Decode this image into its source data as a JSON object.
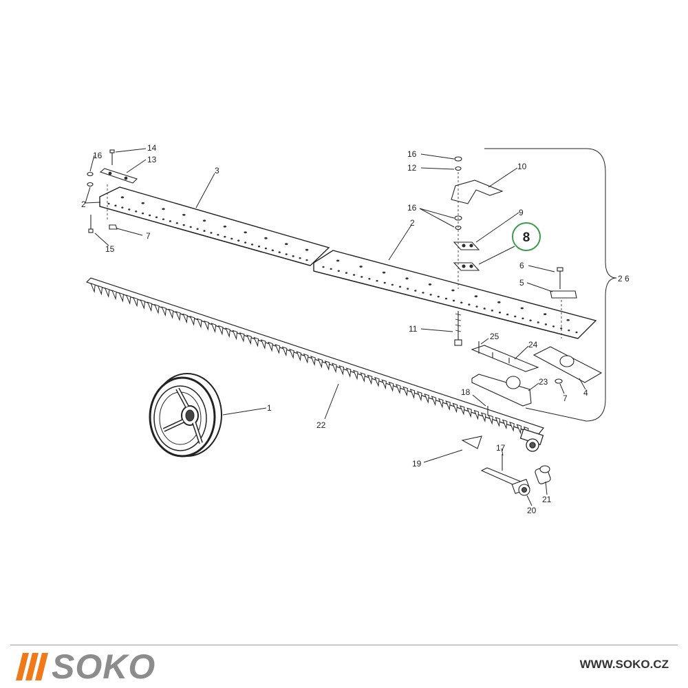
{
  "diagram": {
    "part_labels": [
      {
        "id": "p14",
        "text": "14"
      },
      {
        "id": "p13",
        "text": "13"
      },
      {
        "id": "p16a",
        "text": "16"
      },
      {
        "id": "p2a",
        "text": "2"
      },
      {
        "id": "p3",
        "text": "3"
      },
      {
        "id": "p7a",
        "text": "7"
      },
      {
        "id": "p15",
        "text": "15"
      },
      {
        "id": "p16b",
        "text": "16"
      },
      {
        "id": "p12",
        "text": "12"
      },
      {
        "id": "p10",
        "text": "10"
      },
      {
        "id": "p16c",
        "text": "16"
      },
      {
        "id": "p9",
        "text": "9"
      },
      {
        "id": "p2b",
        "text": "2"
      },
      {
        "id": "p6",
        "text": "6"
      },
      {
        "id": "p5",
        "text": "5"
      },
      {
        "id": "p26",
        "text": "2 6"
      },
      {
        "id": "p11",
        "text": "11"
      },
      {
        "id": "p25",
        "text": "25"
      },
      {
        "id": "p24",
        "text": "24"
      },
      {
        "id": "p23",
        "text": "23"
      },
      {
        "id": "p7b",
        "text": "7"
      },
      {
        "id": "p4",
        "text": "4"
      },
      {
        "id": "p18",
        "text": "18"
      },
      {
        "id": "p1",
        "text": "1"
      },
      {
        "id": "p22",
        "text": "22"
      },
      {
        "id": "p19",
        "text": "19"
      },
      {
        "id": "p17",
        "text": "17"
      },
      {
        "id": "p21",
        "text": "21"
      },
      {
        "id": "p20",
        "text": "20"
      }
    ],
    "highlight": {
      "text": "8",
      "color": "#3a9a4a"
    }
  },
  "footer": {
    "brand": "SOKO",
    "url": "WWW.SOKO.CZ",
    "brand_color": "#8c8c8c",
    "accent_color": "#f07a1a"
  }
}
